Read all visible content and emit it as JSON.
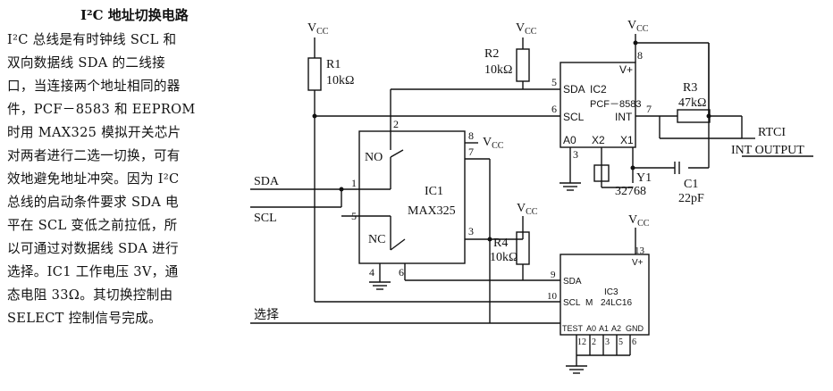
{
  "article": {
    "title": "I²C 地址切换电路",
    "lines": [
      "I²C 总线是有时钟线 SCL 和",
      "双向数据线 SDA 的二线接",
      "口，当连接两个地址相同的器",
      "件，PCF－8583 和 EEPROM",
      "时用 MAX325 模拟开关芯片",
      "对两者进行二选一切换，可有",
      "效地避免地址冲突。因为 I²C",
      "总线的启动条件要求 SDA 电",
      "平在 SCL 变低之前拉低，所",
      "以可通过对数据线 SDA 进行",
      "选择。IC1 工作电压 3V，通",
      "态电阻 33Ω。其切换控制由",
      "SELECT 控制信号完成。"
    ]
  },
  "schematic": {
    "vcc": "V",
    "vcc_sub": "CC",
    "r1": {
      "name": "R1",
      "value": "10kΩ"
    },
    "r2": {
      "name": "R2",
      "value": "10kΩ"
    },
    "r3": {
      "name": "R3",
      "value": "47kΩ"
    },
    "r4": {
      "name": "R4",
      "value": "10kΩ"
    },
    "ic1": {
      "name": "IC1",
      "part": "MAX325",
      "no": "NO",
      "nc": "NC",
      "pins": [
        "1",
        "2",
        "3",
        "4",
        "5",
        "6",
        "7",
        "8"
      ]
    },
    "ic2": {
      "name": "IC2",
      "part": "PCF－8583",
      "sda": "SDA",
      "scl": "SCL",
      "int": "INT",
      "vplus": "V+",
      "a0": "A0",
      "x1": "X1",
      "x2": "X2",
      "pins": [
        "5",
        "6",
        "7",
        "8",
        "3"
      ]
    },
    "ic3": {
      "name": "IC3",
      "part": "24LC16",
      "m": "M",
      "sda": "SDA",
      "scl": "SCL",
      "vplus": "V+",
      "test": "TEST",
      "a0": "A0",
      "a1": "A1",
      "a2": "A2",
      "gnd": "GND",
      "pins": [
        "9",
        "10",
        "13",
        "12",
        "2",
        "3",
        "5",
        "6"
      ]
    },
    "y1": {
      "name": "Y1",
      "value": "32768"
    },
    "c1": {
      "name": "C1",
      "value": "22pF"
    },
    "signals": {
      "sda": "SDA",
      "scl": "SCL",
      "select": "选择",
      "rtci": "RTCI",
      "int_output": "INT OUTPUT"
    }
  }
}
